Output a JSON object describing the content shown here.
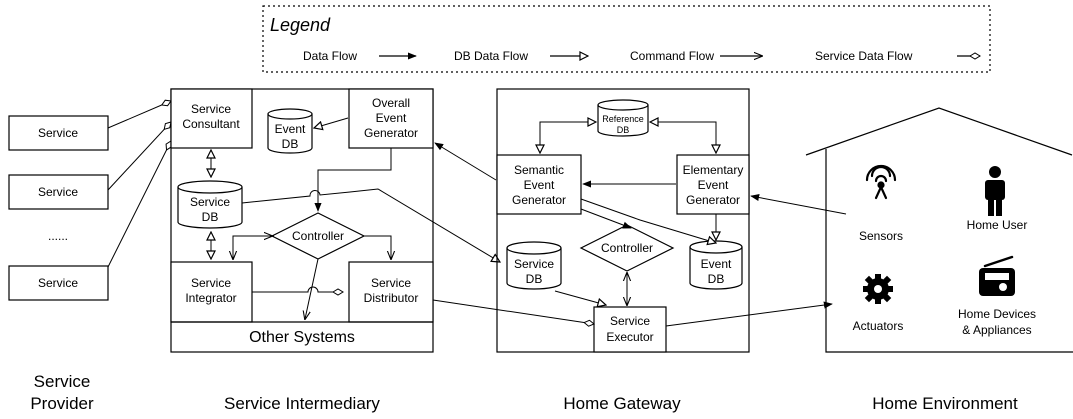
{
  "legend": {
    "title": "Legend",
    "items": [
      "Data Flow",
      "DB Data Flow",
      "Command Flow",
      "Service Data Flow"
    ]
  },
  "provider": {
    "services": [
      "Service",
      "Service",
      "......",
      "Service"
    ],
    "title_line1": "Service",
    "title_line2": "Provider"
  },
  "intermediary": {
    "title": "Service Intermediary",
    "consultant": [
      "Service",
      "Consultant"
    ],
    "event_db": [
      "Event",
      "DB"
    ],
    "overall_gen": [
      "Overall",
      "Event",
      "Generator"
    ],
    "service_db": [
      "Service",
      "DB"
    ],
    "controller": "Controller",
    "integrator": [
      "Service",
      "Integrator"
    ],
    "distributor": [
      "Service",
      "Distributor"
    ],
    "other_systems": "Other Systems"
  },
  "gateway": {
    "title": "Home Gateway",
    "reference_db": [
      "Reference",
      "DB"
    ],
    "semantic_gen": [
      "Semantic",
      "Event",
      "Generator"
    ],
    "elementary_gen": [
      "Elementary",
      "Event",
      "Generator"
    ],
    "service_db": [
      "Service",
      "DB"
    ],
    "controller": "Controller",
    "event_db": [
      "Event",
      "DB"
    ],
    "executor": [
      "Service",
      "Executor"
    ]
  },
  "environment": {
    "title": "Home Environment",
    "sensors": "Sensors",
    "home_user": "Home User",
    "actuators": "Actuators",
    "devices": [
      "Home Devices",
      "& Appliances"
    ]
  },
  "icons": [
    "sensor-icon",
    "person-icon",
    "gear-icon",
    "radio-icon"
  ]
}
